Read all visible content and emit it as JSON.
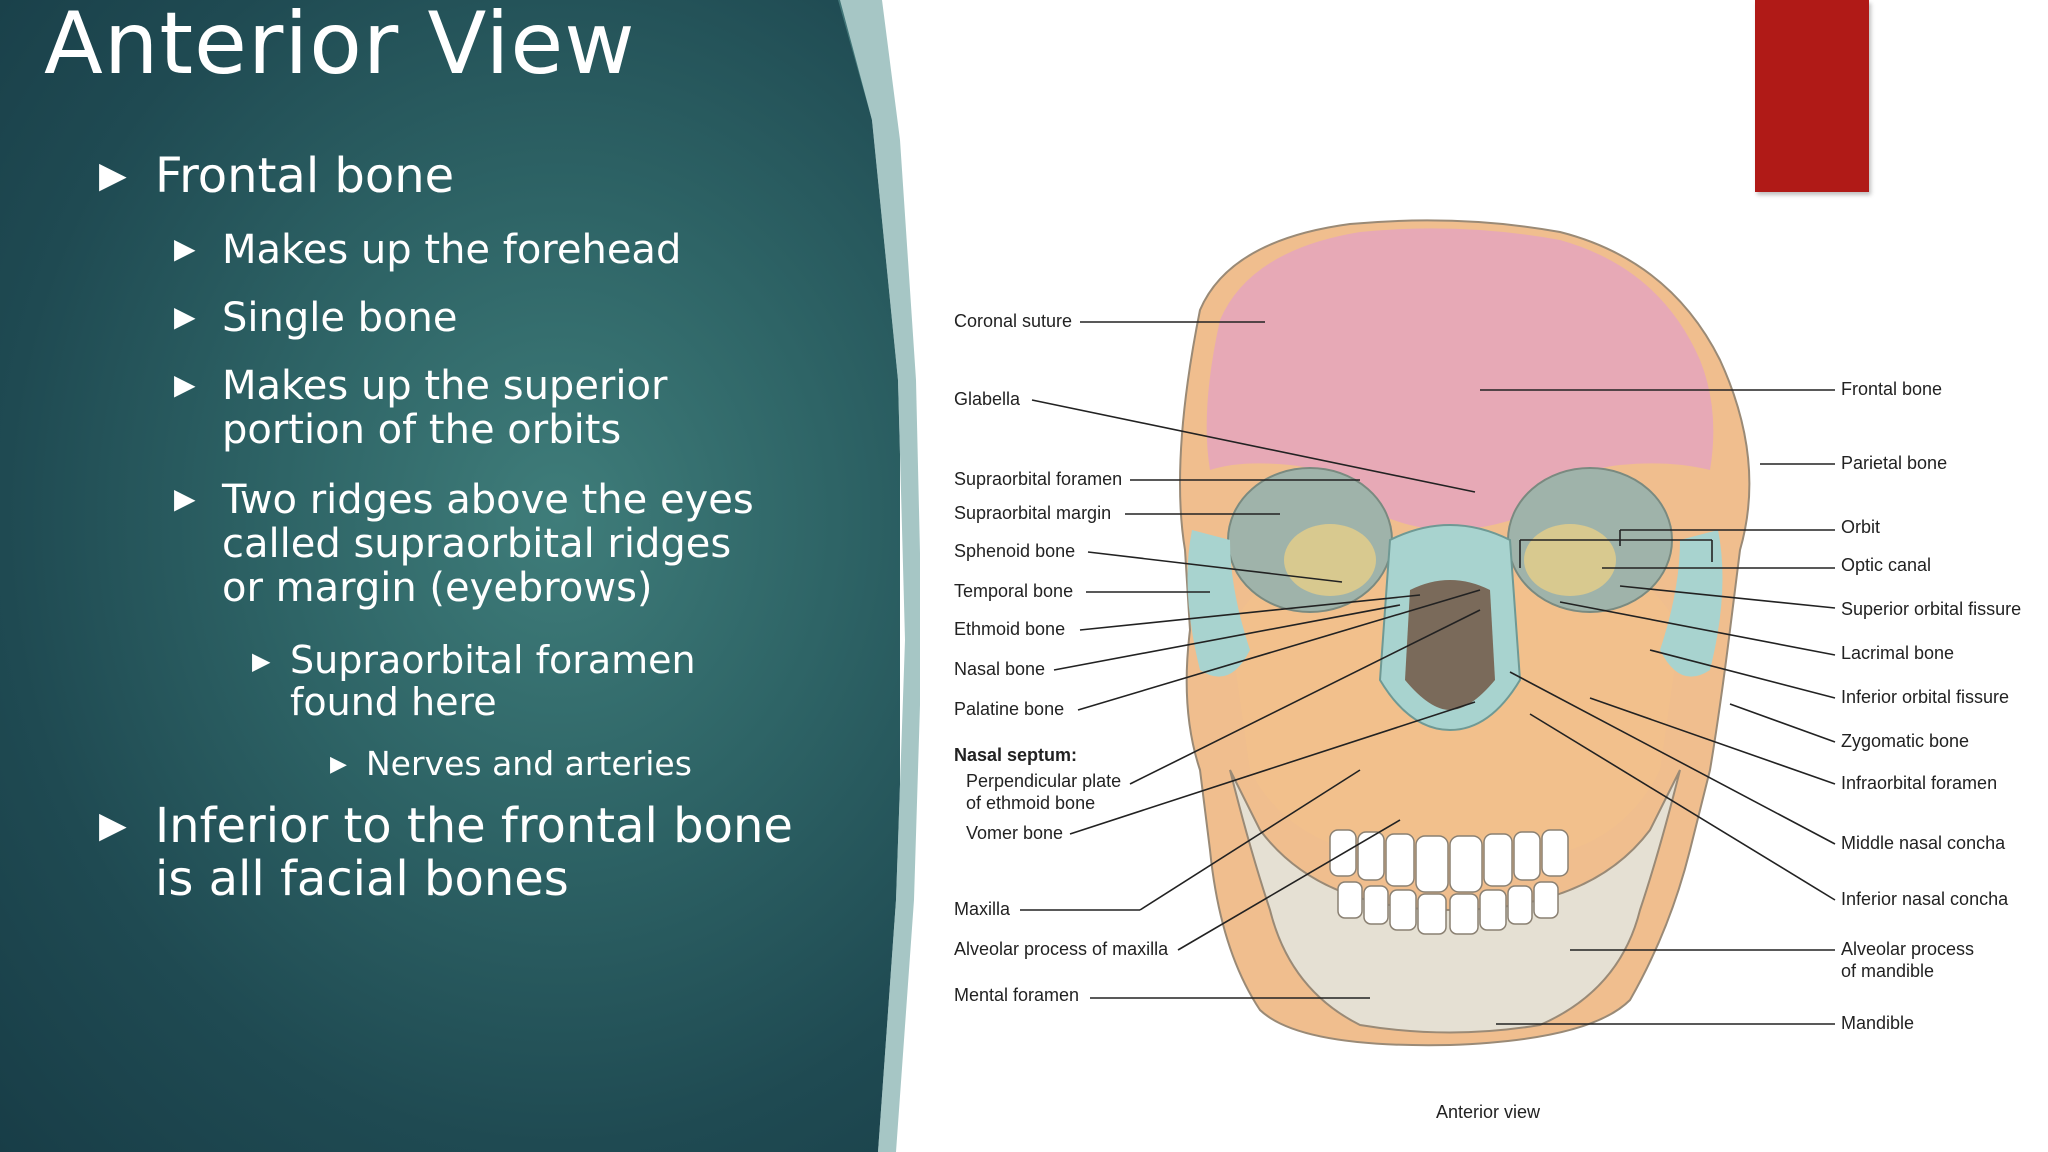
{
  "slide": {
    "title": "Anterior View",
    "bullets": [
      {
        "level": 1,
        "text": "Frontal bone"
      },
      {
        "level": 2,
        "text": "Makes up the forehead"
      },
      {
        "level": 2,
        "text": "Single bone"
      },
      {
        "level": 2,
        "text": "Makes up the superior portion of the orbits"
      },
      {
        "level": 2,
        "text": "Two ridges above the eyes called supraorbital ridges or margin (eyebrows)"
      },
      {
        "level": 3,
        "text": "Supraorbital foramen found here"
      },
      {
        "level": 4,
        "text": "Nerves and arteries"
      },
      {
        "level": 1,
        "text": "Inferior to the frontal bone is all facial bones"
      }
    ],
    "bullet_icon": "triangle-right-icon"
  },
  "colors": {
    "panel_dark": "#183d47",
    "panel_light": "#3f7d7a",
    "accent": "#b01a17",
    "frontal": "#e7a9b6",
    "maxilla": "#f2c08c",
    "nasal_teal": "#a8d3cf",
    "sphenoid": "#d8c98f",
    "mandible": "#e5e0d3",
    "parietal": "#f0be8e"
  },
  "figure": {
    "caption": "Anterior view",
    "left_labels": [
      "Coronal suture",
      "Glabella",
      "Supraorbital foramen",
      "Supraorbital margin",
      "Sphenoid bone",
      "Temporal bone",
      "Ethmoid bone",
      "Nasal bone",
      "Palatine bone",
      "Nasal septum:",
      "Perpendicular plate",
      "of ethmoid bone",
      "Vomer bone",
      "Maxilla",
      "Alveolar process of maxilla",
      "Mental foramen"
    ],
    "right_labels": [
      "Frontal bone",
      "Parietal bone",
      "Orbit",
      "Optic canal",
      "Superior orbital fissure",
      "Lacrimal bone",
      "Inferior orbital fissure",
      "Zygomatic bone",
      "Infraorbital foramen",
      "Middle nasal concha",
      "Inferior nasal concha",
      "Alveolar process",
      "of mandible",
      "Mandible"
    ]
  }
}
